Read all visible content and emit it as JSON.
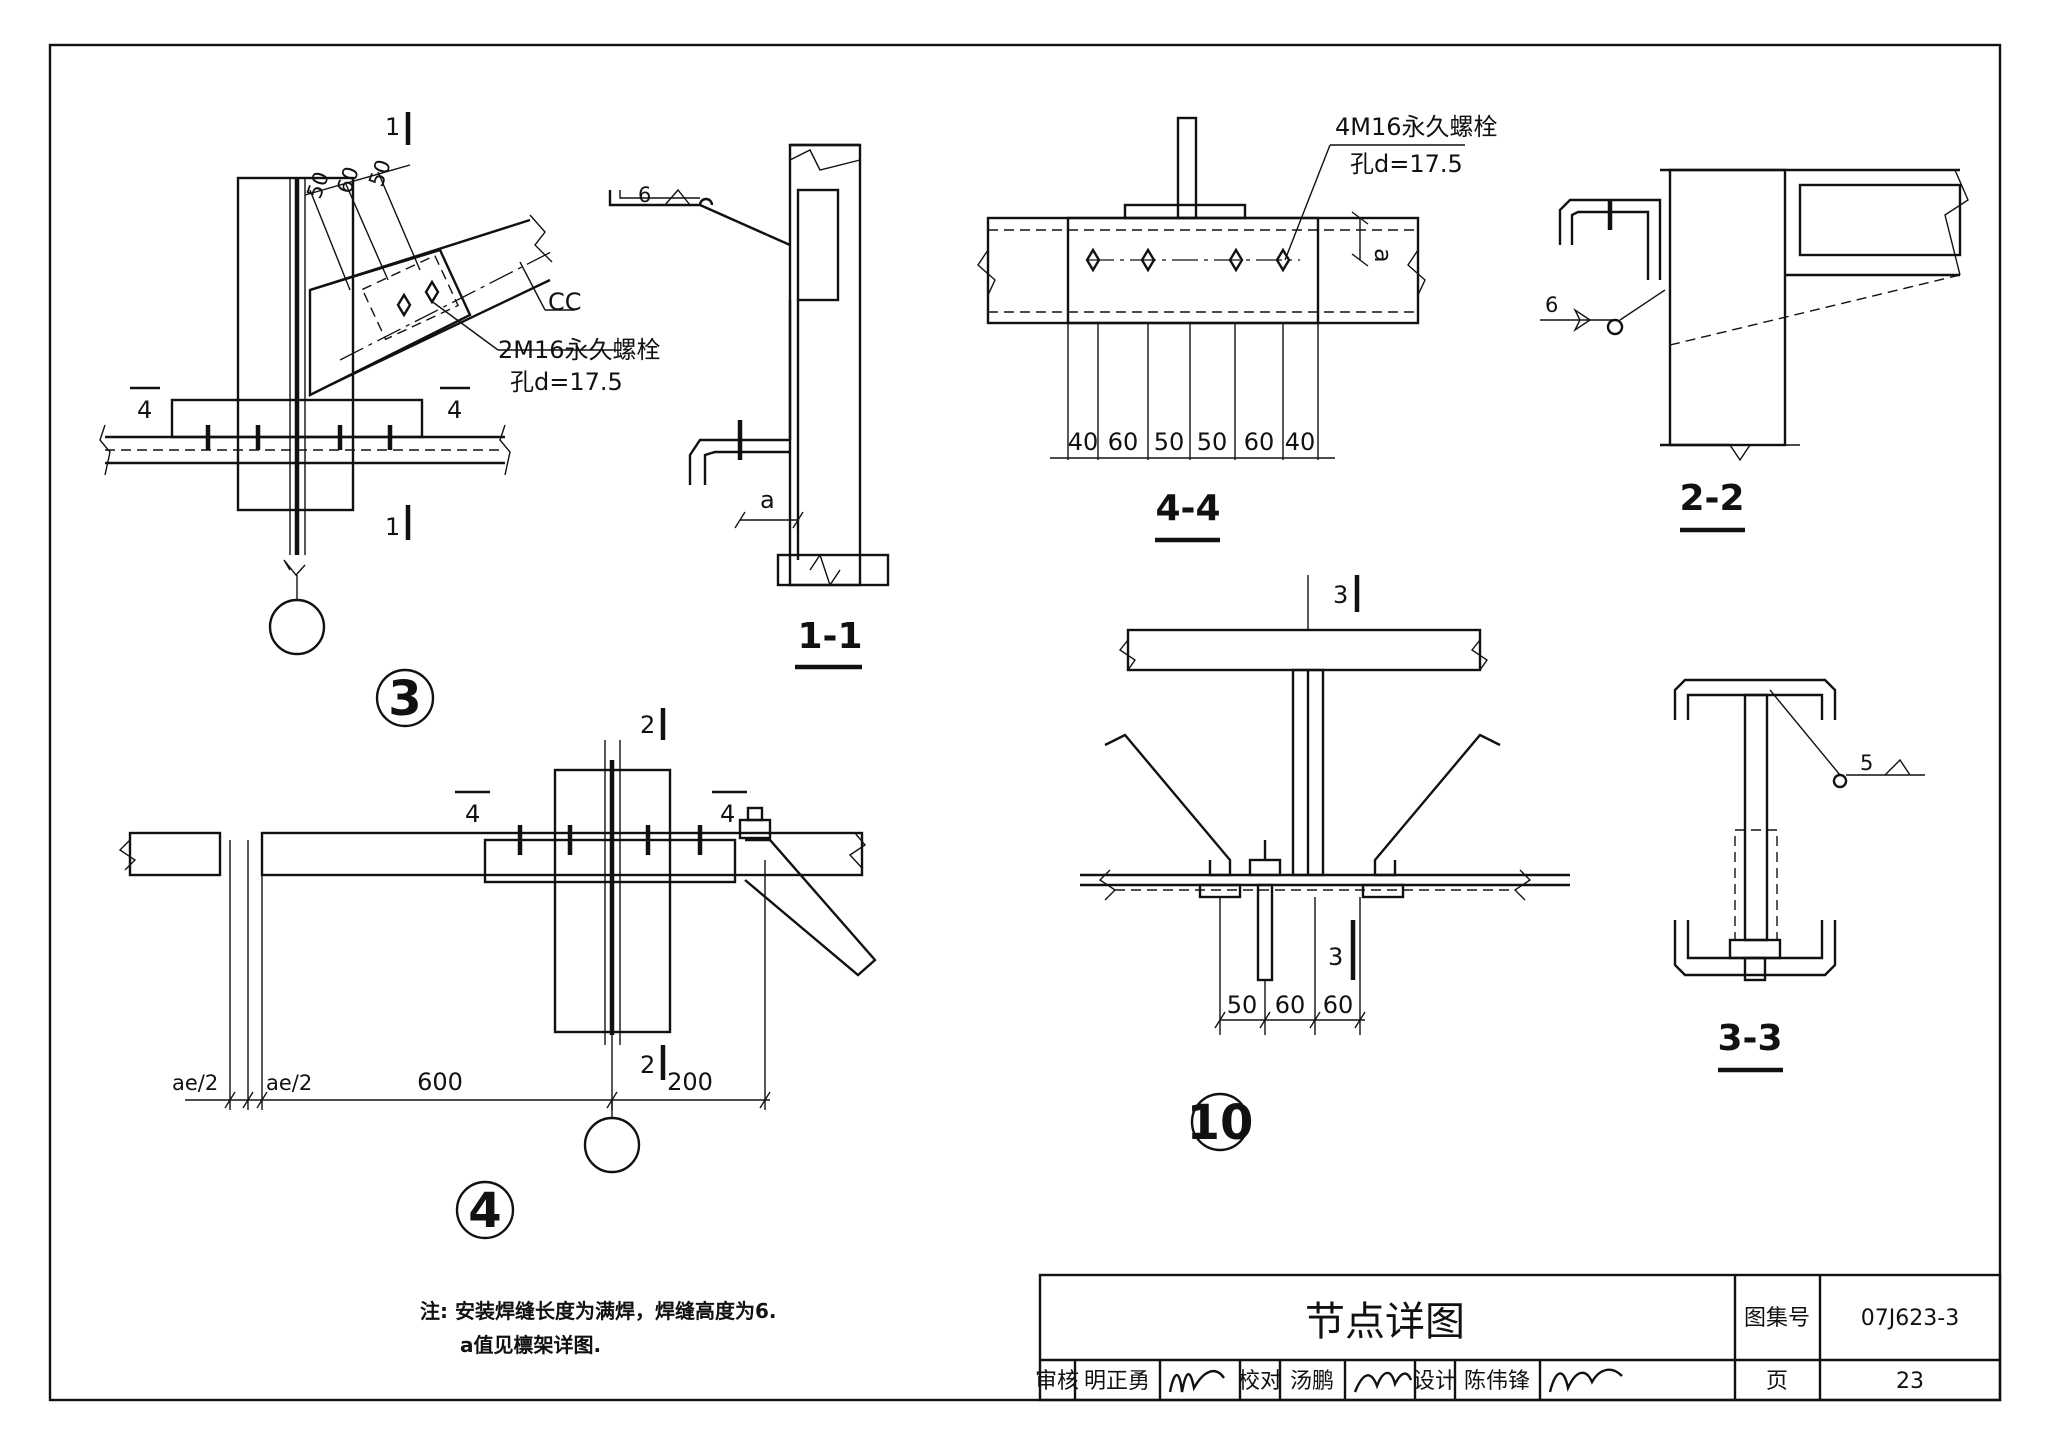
{
  "details": {
    "d3": {
      "node_label": "3",
      "section_mark": "1",
      "dim_labels": [
        "50",
        "60",
        "50"
      ],
      "member_label": "CC",
      "bolt_label": "2M16永久螺栓",
      "hole_label": "孔d=17.5",
      "cut_label": "4"
    },
    "s11": {
      "title": "1-1",
      "weld_size": "6",
      "a_label": "a"
    },
    "s44": {
      "title": "4-4",
      "bolt_label": "4M16永久螺栓",
      "hole_label": "孔d=17.5",
      "a_label": "a",
      "dims": [
        "40",
        "60",
        "50",
        "50",
        "60",
        "40"
      ]
    },
    "s22": {
      "title": "2-2",
      "weld_size": "6"
    },
    "d4": {
      "node_label": "4",
      "section_mark": "2",
      "cut_label": "4",
      "dim_half": "ae/2",
      "dim_600": "600",
      "dim_200": "200"
    },
    "d10": {
      "node_label": "10",
      "section_mark": "3",
      "dims": [
        "50",
        "60",
        "60"
      ]
    },
    "s33": {
      "title": "3-3",
      "weld_size": "5"
    }
  },
  "notes": {
    "line1": "注: 安装焊缝长度为满焊，焊缝高度为6.",
    "line2": "a值见檩架详图."
  },
  "title_block": {
    "drawing_title": "节点详图",
    "atlas_label": "图集号",
    "atlas_no": "07J623-3",
    "review_label": "审核",
    "reviewer": "明正勇",
    "check_label": "校对",
    "checker": "汤鹏",
    "design_label": "设计",
    "designer": "陈伟锋",
    "page_label": "页",
    "page_no": "23"
  }
}
